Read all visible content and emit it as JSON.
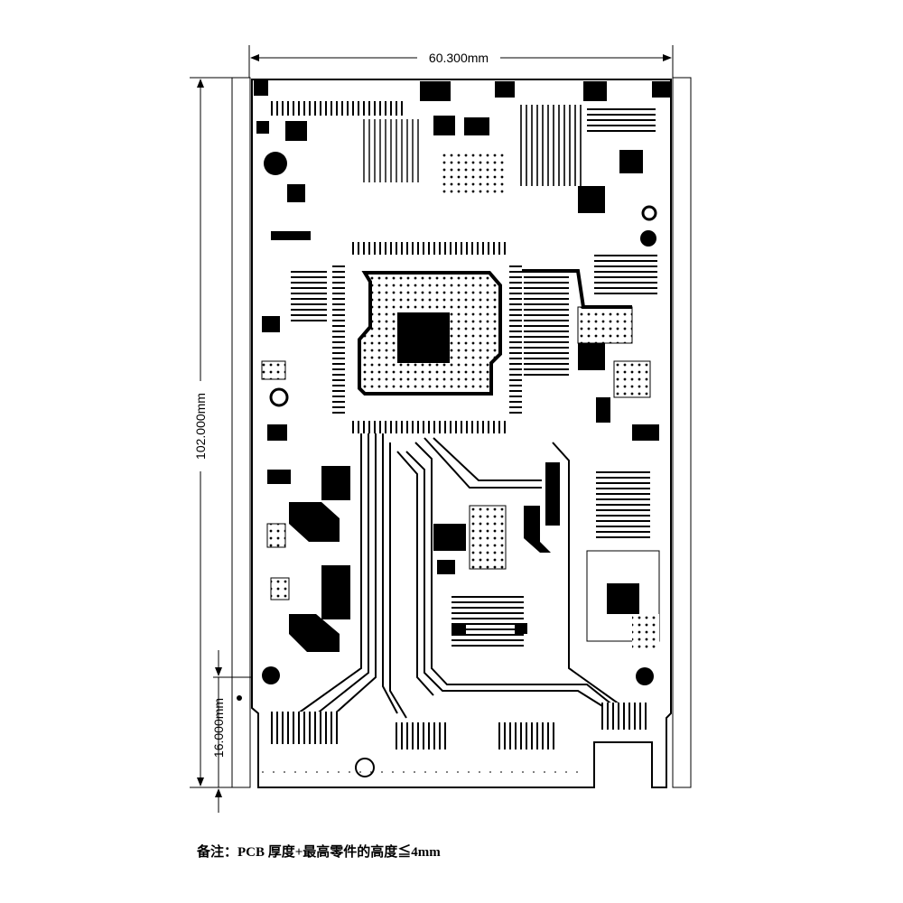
{
  "dimensions": {
    "width_label": "60.300mm",
    "height_label": "102.000mm",
    "connector_label": "16.000mm"
  },
  "note": "备注：PCB 厚度+最高零件的高度≦4mm",
  "colors": {
    "ink": "#000000",
    "background": "#ffffff"
  }
}
